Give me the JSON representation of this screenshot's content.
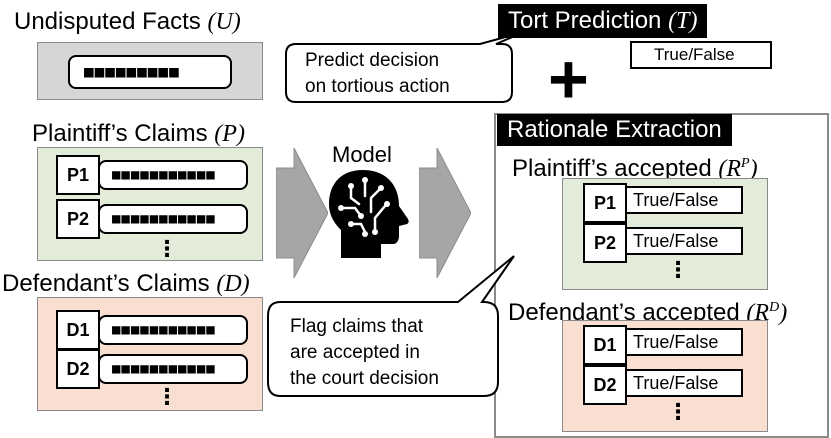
{
  "undisputed": {
    "title": "Undisputed Facts",
    "symbol": "U",
    "dots": "■■■■■■■■■"
  },
  "plaintiff": {
    "title": "Plaintiff’s Claims",
    "symbol": "P",
    "items": [
      {
        "id": "P1",
        "dots": "■■■■■■■■■■■"
      },
      {
        "id": "P2",
        "dots": "■■■■■■■■■■■"
      }
    ],
    "more": "⋮"
  },
  "defendant": {
    "title": "Defendant’s Claims",
    "symbol": "D",
    "items": [
      {
        "id": "D1",
        "dots": "■■■■■■■■■■■"
      },
      {
        "id": "D2",
        "dots": "■■■■■■■■■■■"
      }
    ],
    "more": "⋮"
  },
  "model": {
    "label": "Model",
    "icon": "ai-head-icon"
  },
  "tort": {
    "title": "Tort Prediction",
    "symbol": "T",
    "value": "True/False",
    "plus": "+"
  },
  "callout_top": {
    "line1": "Predict decision",
    "line2": "on tortious action"
  },
  "rationale": {
    "title": "Rationale Extraction",
    "plaintiff_accepted": {
      "title": "Plaintiff’s accepted",
      "symbol": "R",
      "sup": "P",
      "items": [
        {
          "id": "P1",
          "value": "True/False"
        },
        {
          "id": "P2",
          "value": "True/False"
        }
      ],
      "more": "⋮"
    },
    "defendant_accepted": {
      "title": "Defendant’s accepted",
      "symbol": "R",
      "sup": "D",
      "items": [
        {
          "id": "D1",
          "value": "True/False"
        },
        {
          "id": "D2",
          "value": "True/False"
        }
      ],
      "more": "⋮"
    }
  },
  "callout_bottom": {
    "line1": "Flag claims that",
    "line2": "are accepted in",
    "line3": "the court decision"
  },
  "colors": {
    "gray_panel": "#d6d6d6",
    "green_panel": "#e3ecd8",
    "peach_panel": "#f8dfd2",
    "arrow": "#a6a6a6"
  }
}
